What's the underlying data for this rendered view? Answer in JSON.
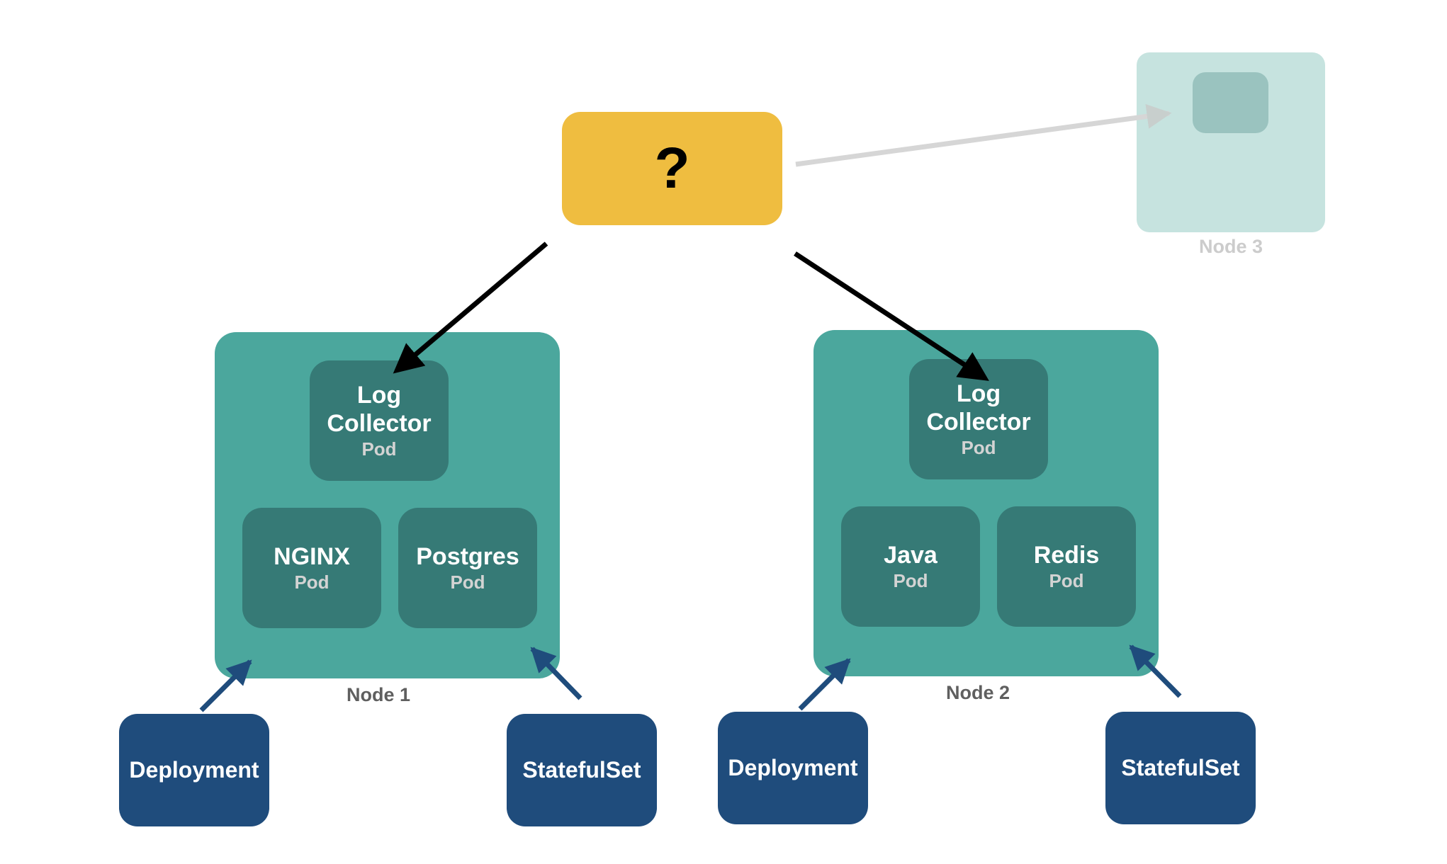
{
  "diagram": {
    "title": "",
    "unknown_collector": {
      "label": "?",
      "color": "#efbd40"
    },
    "nodes": [
      {
        "label": "Node 1",
        "pods": [
          {
            "name": "Log\nCollector",
            "name_line1": "Log",
            "name_line2": "Collector",
            "type": "Pod"
          },
          {
            "name": "NGINX",
            "type": "Pod"
          },
          {
            "name": "Postgres",
            "type": "Pod"
          }
        ],
        "controllers": [
          {
            "label": "Deployment"
          },
          {
            "label": "StatefulSet"
          }
        ]
      },
      {
        "label": "Node 2",
        "pods": [
          {
            "name": "Log\nCollector",
            "name_line1": "Log",
            "name_line2": "Collector",
            "type": "Pod"
          },
          {
            "name": "Java",
            "type": "Pod"
          },
          {
            "name": "Redis",
            "type": "Pod"
          }
        ],
        "controllers": [
          {
            "label": "Deployment"
          },
          {
            "label": "StatefulSet"
          }
        ]
      },
      {
        "label": "Node 3",
        "faded": true
      }
    ],
    "edges": [
      {
        "from": "?",
        "to": "Node 1 Log Collector Pod",
        "style": "solid-black"
      },
      {
        "from": "?",
        "to": "Node 2 Log Collector Pod",
        "style": "solid-black"
      },
      {
        "from": "?",
        "to": "Node 3 Pod",
        "style": "faded-gray"
      },
      {
        "from": "Node 1 Deployment",
        "to": "Node 1",
        "style": "navy"
      },
      {
        "from": "Node 1 StatefulSet",
        "to": "Node 1",
        "style": "navy"
      },
      {
        "from": "Node 2 Deployment",
        "to": "Node 2",
        "style": "navy"
      },
      {
        "from": "Node 2 StatefulSet",
        "to": "Node 2",
        "style": "navy"
      }
    ],
    "colors": {
      "node": "#4ba79d",
      "pod": "#367a76",
      "controller": "#1f4c7c",
      "unknown": "#efbd40",
      "node_faded": "#c6e3df",
      "pod_faded": "#9ac3bf",
      "arrow_black": "#000000",
      "arrow_navy": "#1f4c7c",
      "arrow_faded": "#d6d6d6"
    }
  }
}
